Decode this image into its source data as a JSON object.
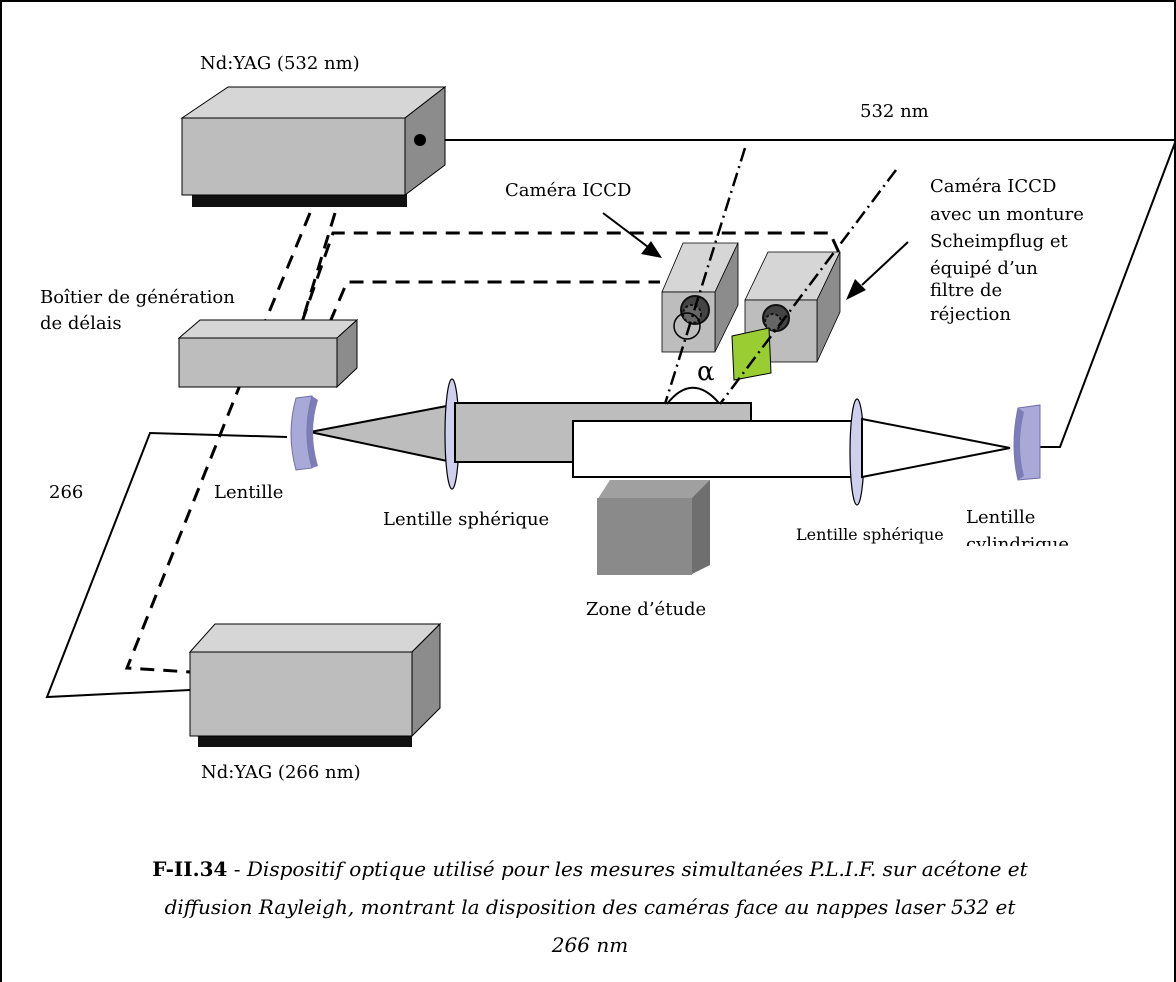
{
  "labels": {
    "laser_top": "Nd:YAG (532 nm)",
    "laser_bottom": "Nd:YAG (266 nm)",
    "wave_532": "532 nm",
    "wave_266": "266",
    "camera1": "Caméra ICCD",
    "camera2_lines": [
      "Caméra ICCD",
      "avec un monture",
      "Scheimpflug et",
      "équipé d’un",
      "filtre de",
      "réjection"
    ],
    "delay_box_lines": [
      "Boîtier de génération",
      "de délais"
    ],
    "lens_left": "Lentille",
    "lens_spherical_left": "Lentille sphérique",
    "lens_spherical_right": "Lentille sphérique",
    "lens_cyl_lines": [
      "Lentille",
      "cylindrique"
    ],
    "study_zone": "Zone d’étude",
    "angle": "α"
  },
  "caption": {
    "id": "F-II.34",
    "separator": " - ",
    "text": "Dispositif optique utilisé pour les mesures simultanées P.L.I.F. sur acétone et diffusion Rayleigh, montrant la disposition des caméras face au nappes laser 532 et 266 nm"
  },
  "colors": {
    "box_front": "#bdbdbd",
    "box_top": "#d6d6d6",
    "box_side": "#8c8c8c",
    "base": "#111111",
    "lens_fill": "#cfcfee",
    "cyl_lens": "#a9a9d8",
    "filter": "#9acd32",
    "zone": "#8a8a8a"
  }
}
